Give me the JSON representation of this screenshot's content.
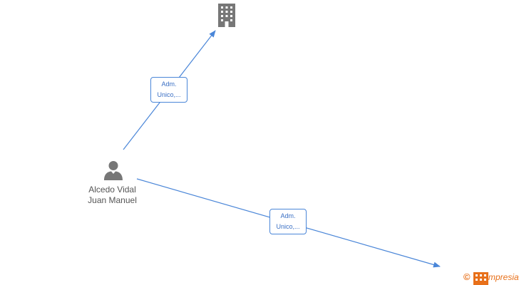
{
  "person": {
    "name_line1": "Alcedo Vidal",
    "name_line2": "Juan Manuel"
  },
  "edges": [
    {
      "label_line1": "Adm.",
      "label_line2": "Unico,..."
    },
    {
      "label_line1": "Adm.",
      "label_line2": "Unico,..."
    }
  ],
  "colors": {
    "edge": "#4a86d8",
    "icon": "#777777",
    "brand": "#e8701a"
  },
  "watermark": {
    "copyright_symbol": "©",
    "brand_text": "mpresia"
  }
}
